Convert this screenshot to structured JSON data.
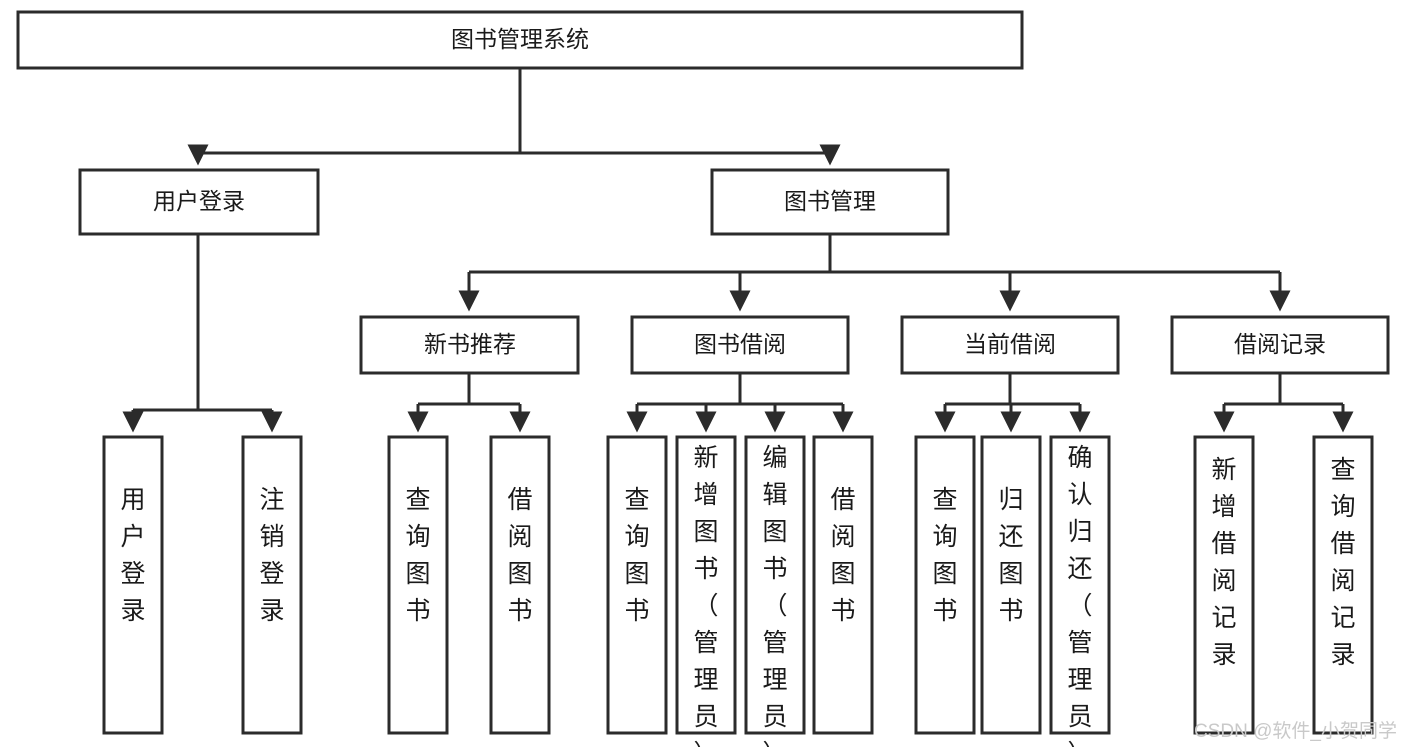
{
  "diagram": {
    "type": "tree-hierarchy",
    "title": "图书管理系统",
    "root": {
      "id": "root",
      "label": "图书管理系统"
    },
    "level2": [
      {
        "id": "user-login",
        "label": "用户登录"
      },
      {
        "id": "book-management",
        "label": "图书管理"
      }
    ],
    "level3": [
      {
        "id": "new-book-recommend",
        "label": "新书推荐"
      },
      {
        "id": "book-borrow",
        "label": "图书借阅"
      },
      {
        "id": "current-borrow",
        "label": "当前借阅"
      },
      {
        "id": "borrow-record",
        "label": "借阅记录"
      }
    ],
    "leaves": {
      "user-login": [
        {
          "id": "leaf-user-login",
          "label": "用户登录"
        },
        {
          "id": "leaf-user-logout",
          "label": "注销登录"
        }
      ],
      "new-book-recommend": [
        {
          "id": "leaf-query-book-1",
          "label": "查询图书"
        },
        {
          "id": "leaf-borrow-book-1",
          "label": "借阅图书"
        }
      ],
      "book-borrow": [
        {
          "id": "leaf-query-book-2",
          "label": "查询图书"
        },
        {
          "id": "leaf-add-book",
          "label": "新增图书（管理员）"
        },
        {
          "id": "leaf-edit-book",
          "label": "编辑图书（管理员）"
        },
        {
          "id": "leaf-borrow-book-2",
          "label": "借阅图书"
        }
      ],
      "current-borrow": [
        {
          "id": "leaf-query-book-3",
          "label": "查询图书"
        },
        {
          "id": "leaf-return-book",
          "label": "归还图书"
        },
        {
          "id": "leaf-confirm-return",
          "label": "确认归还（管理员）"
        }
      ],
      "borrow-record": [
        {
          "id": "leaf-add-record",
          "label": "新增借阅记录"
        },
        {
          "id": "leaf-query-record",
          "label": "查询借阅记录"
        }
      ]
    },
    "colors": {
      "box_fill": "#ffffff",
      "box_stroke": "#2b2b2b",
      "text": "#1a1a1a",
      "edge": "#2b2b2b",
      "background": "#ffffff",
      "watermark": "#c9c9c9"
    }
  },
  "watermark": {
    "text": "CSDN @软件_小贺同学"
  }
}
